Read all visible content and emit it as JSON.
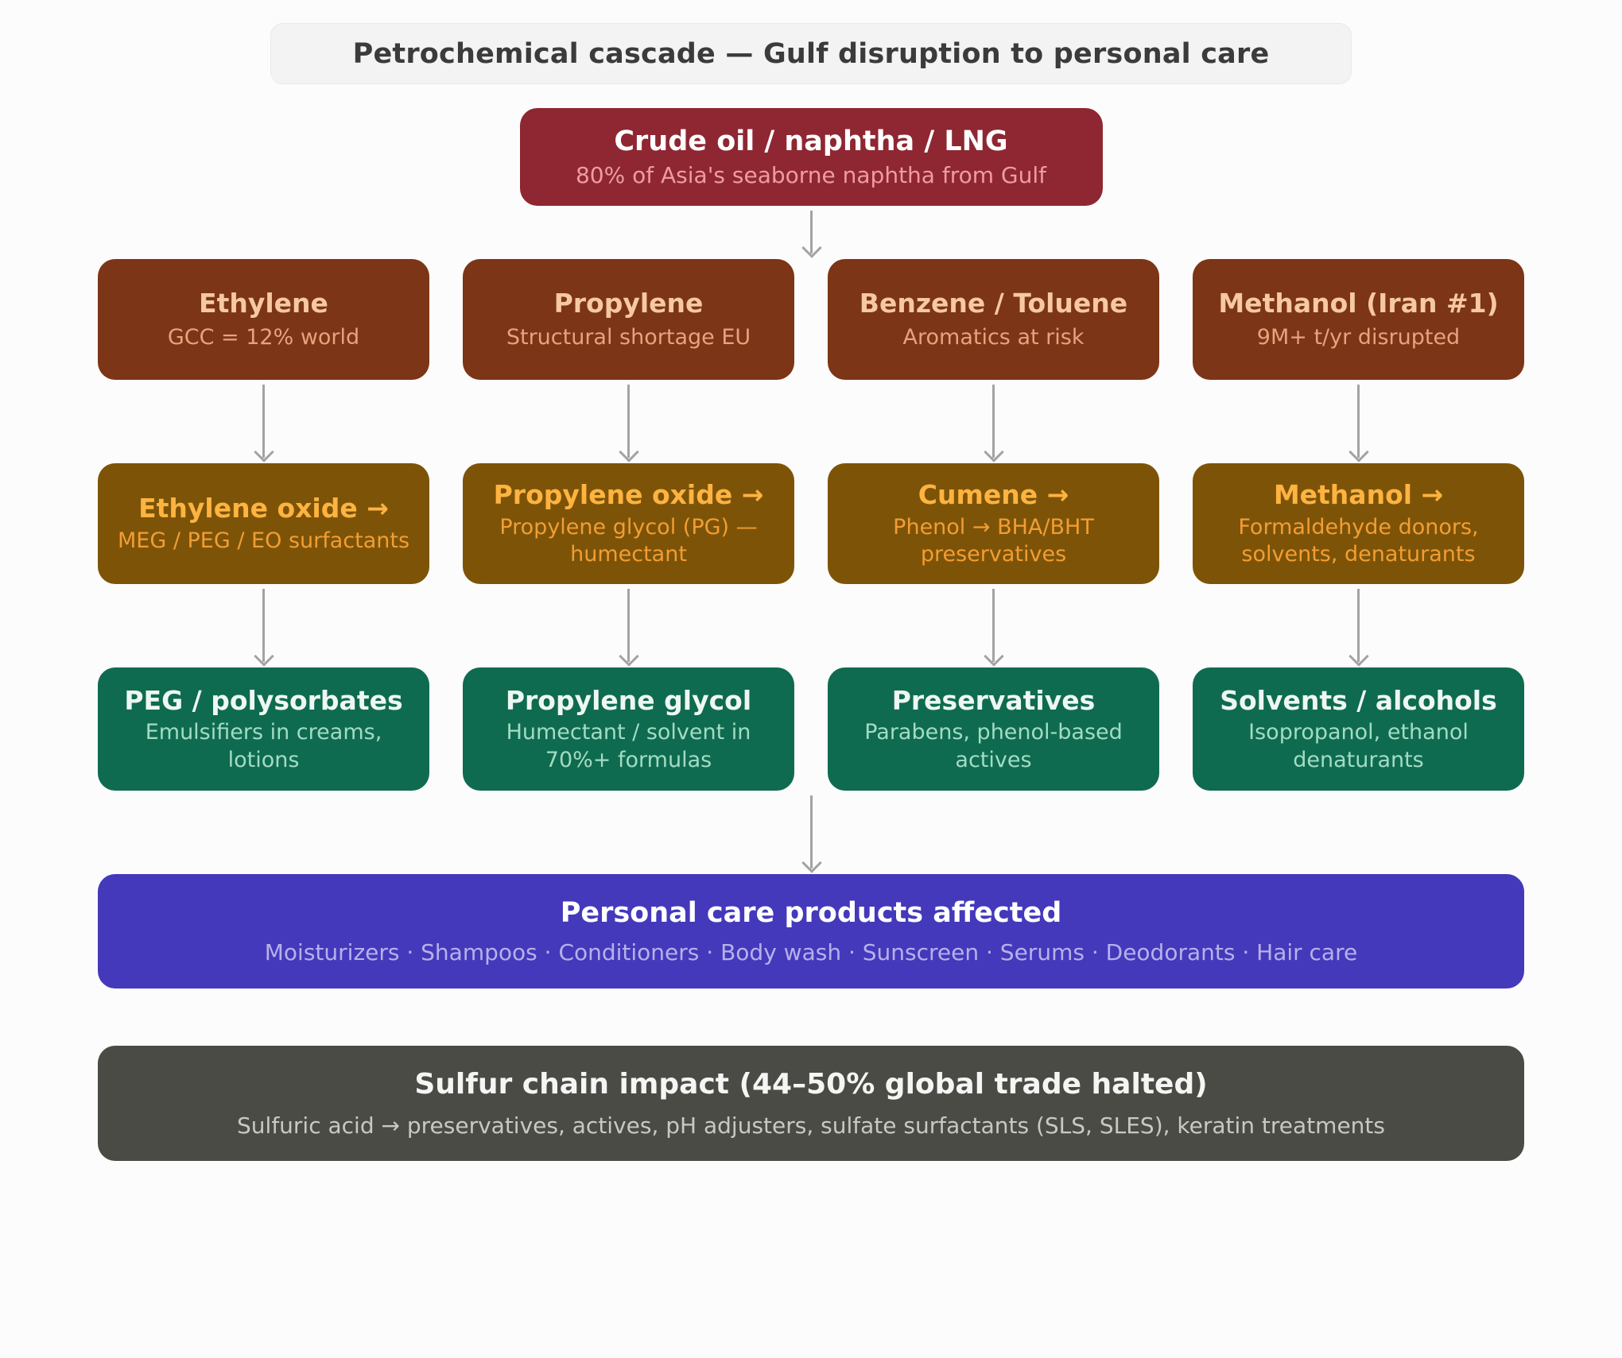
{
  "title": "Petrochemical cascade — Gulf disruption to personal care",
  "root": {
    "title": "Crude oil / naphtha / LNG",
    "subtitle": "80% of Asia's seaborne naphtha from Gulf"
  },
  "feedstocks": [
    {
      "title": "Ethylene",
      "subtitle": "GCC = 12% world"
    },
    {
      "title": "Propylene",
      "subtitle": "Structural shortage EU"
    },
    {
      "title": "Benzene / Toluene",
      "subtitle": "Aromatics at risk"
    },
    {
      "title": "Methanol (Iran #1)",
      "subtitle": "9M+ t/yr disrupted"
    }
  ],
  "intermediates": [
    {
      "title": "Ethylene oxide →",
      "subtitle": "MEG / PEG / EO surfactants"
    },
    {
      "title": "Propylene oxide →",
      "subtitle": "Propylene glycol (PG) — humectant"
    },
    {
      "title": "Cumene →",
      "subtitle": "Phenol → BHA/BHT preservatives"
    },
    {
      "title": "Methanol →",
      "subtitle": "Formaldehyde donors, solvents, denaturants"
    }
  ],
  "ingredients": [
    {
      "title": "PEG / polysorbates",
      "subtitle": "Emulsifiers in creams, lotions"
    },
    {
      "title": "Propylene glycol",
      "subtitle": "Humectant / solvent in 70%+ formulas"
    },
    {
      "title": "Preservatives",
      "subtitle": "Parabens, phenol-based actives"
    },
    {
      "title": "Solvents / alcohols",
      "subtitle": "Isopropanol, ethanol denaturants"
    }
  ],
  "personal_care": {
    "title": "Personal care products affected",
    "subtitle": "Moisturizers · Shampoos · Conditioners · Body wash · Sunscreen · Serums · Deodorants · Hair care"
  },
  "sulfur": {
    "title": "Sulfur chain impact (44–50% global trade halted)",
    "subtitle": "Sulfuric acid → preservatives, actives, pH adjusters, sulfate surfactants (SLS, SLES), keratin treatments"
  },
  "colors": {
    "page_bg": "#fcfcfc",
    "title_pill_bg": "#f3f3f3",
    "root_bg": "#8e2732",
    "feedstock_bg": "#7c3516",
    "intermediate_bg": "#7d5407",
    "ingredient_bg": "#0f6b50",
    "personal_care_bg": "#4439bb",
    "sulfur_bg": "#4b4b46",
    "arrow": "#a3a3a3"
  }
}
